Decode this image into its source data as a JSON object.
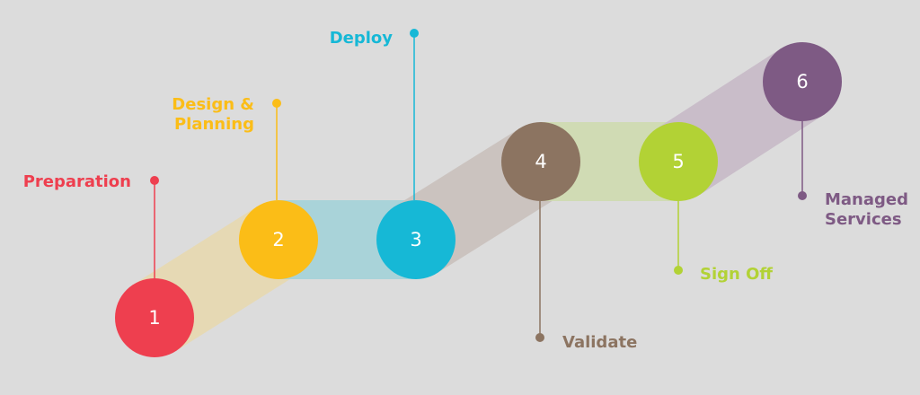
{
  "steps": [
    {
      "number": "1",
      "label": [
        "Preparation"
      ],
      "color": "#ee3f4f"
    },
    {
      "number": "2",
      "label": [
        "Design &",
        "Planning"
      ],
      "color": "#fbbd17"
    },
    {
      "number": "3",
      "label": [
        "Deploy"
      ],
      "color": "#16b8d6"
    },
    {
      "number": "4",
      "label": [
        "Validate"
      ],
      "color": "#8c7461"
    },
    {
      "number": "5",
      "label": [
        "Sign Off"
      ],
      "color": "#b2d235"
    },
    {
      "number": "6",
      "label": [
        "Managed",
        "Services"
      ],
      "color": "#7e5a84"
    }
  ],
  "band_colors": [
    "#e6d9b4",
    "#a9d3d9",
    "#cbc3bf",
    "#d0dbb4",
    "#c9bdc9"
  ]
}
